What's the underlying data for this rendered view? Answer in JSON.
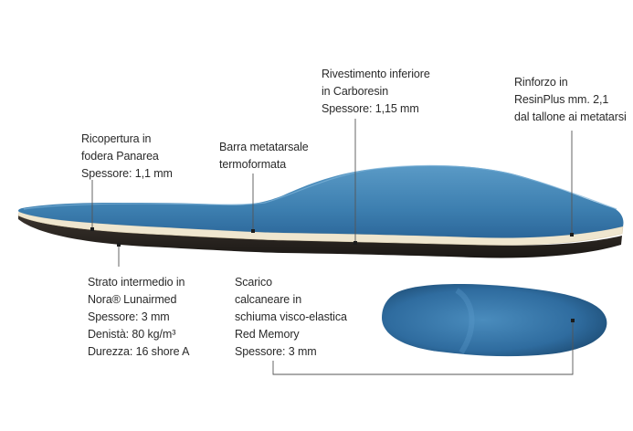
{
  "colors": {
    "insole_blue": "#3d7fb0",
    "insole_blue_dark": "#22557f",
    "cream_layer": "#efe6cf",
    "sole_dark": "#2b2622",
    "leader_line": "#555555"
  },
  "callouts": {
    "ricopertura": [
      "Ricopertura in",
      "fodera Panarea",
      "Spessore: 1,1 mm"
    ],
    "barra": [
      "Barra metatarsale",
      "termoformata"
    ],
    "rivestimento": [
      "Rivestimento inferiore",
      "in Carboresin",
      "Spessore: 1,15 mm"
    ],
    "rinforzo": [
      "Rinforzo in",
      "ResinPlus mm. 2,1",
      "dal tallone ai metatarsi"
    ],
    "strato": [
      "Strato intermedio in",
      "Nora® Lunairmed",
      "Spessore: 3 mm",
      "Denistà: 80 kg/m³",
      "Durezza: 16 shore A"
    ],
    "scarico": [
      "Scarico",
      "calcaneare in",
      "schiuma visco-elastica",
      "Red Memory",
      "Spessore: 3 mm"
    ]
  }
}
